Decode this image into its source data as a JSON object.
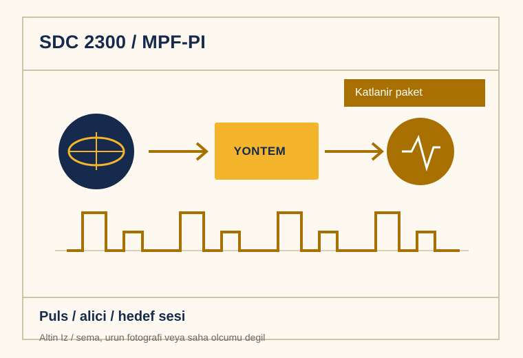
{
  "header": {
    "title": "SDC 2300 / MPF-PI"
  },
  "tag": {
    "label": "Katlanir paket"
  },
  "method": {
    "label": "YONTEM"
  },
  "footer": {
    "title": "Puls / alici / hedef sesi",
    "subtitle": "Altin Iz / sema, urun fotografi veya saha olcumu degil"
  },
  "colors": {
    "navy": "#152a4c",
    "gold": "#a87000",
    "yellow": "#f4b52c",
    "border": "#cdc6a6",
    "background": "#fdf8f0"
  },
  "icons": {
    "coil": "search-coil-icon",
    "signal": "signal-pulse-icon"
  }
}
